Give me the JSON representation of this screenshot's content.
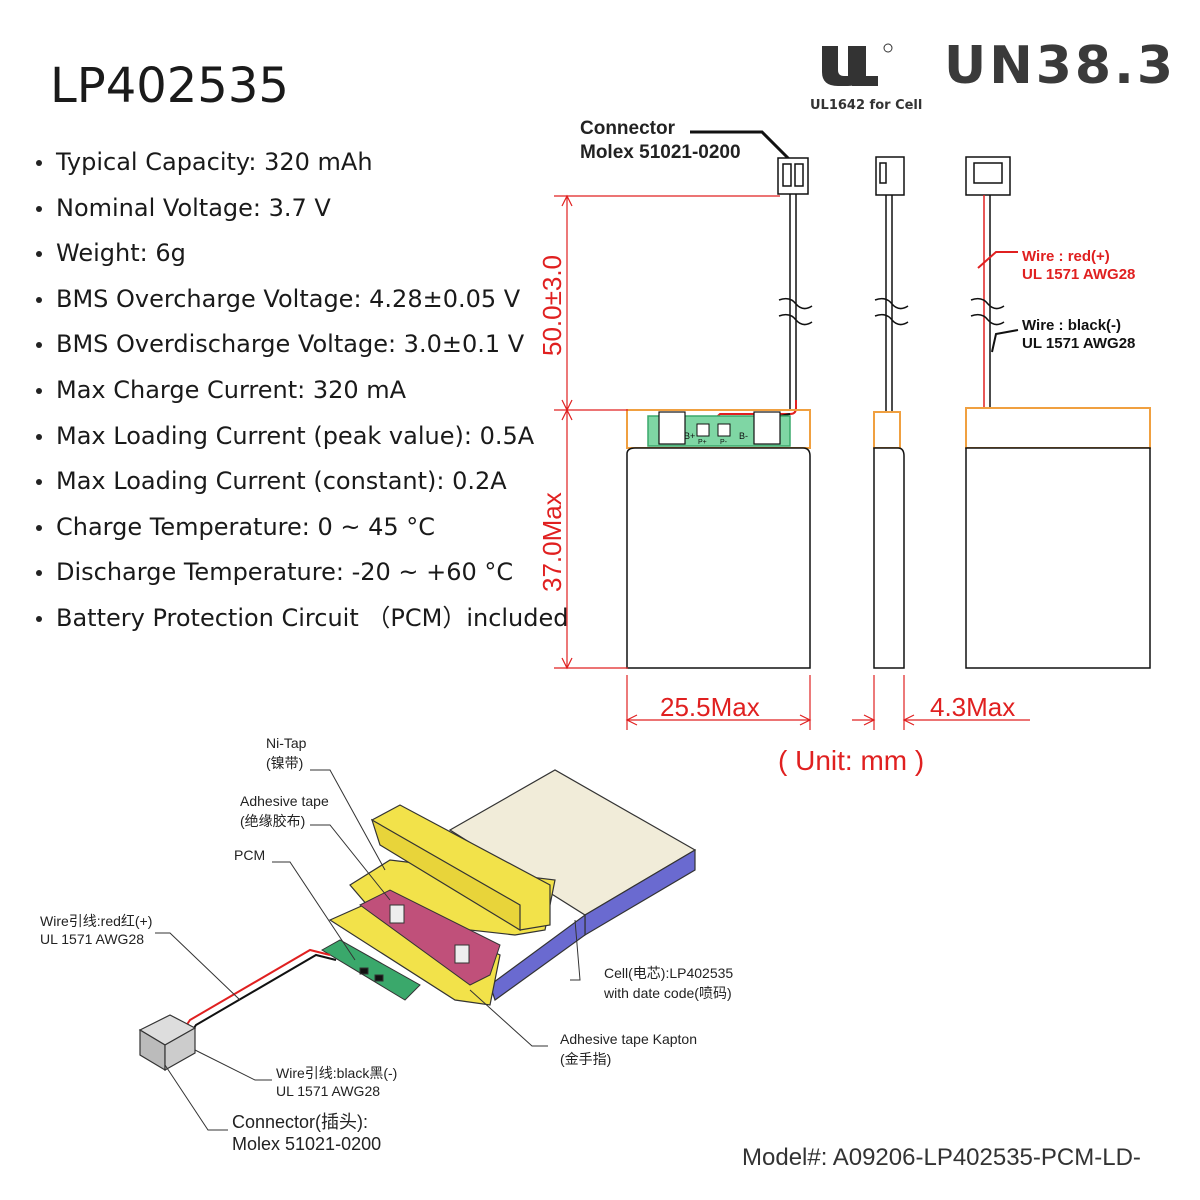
{
  "title": "LP402535",
  "specs": [
    "Typical Capacity: 320 mAh",
    "Nominal Voltage: 3.7 V",
    "Weight: 6g",
    "BMS Overcharge Voltage: 4.28±0.05 V",
    "BMS Overdischarge Voltage: 3.0±0.1 V",
    "Max Charge Current: 320 mA",
    "Max Loading Current (peak value): 0.5A",
    "Max Loading Current (constant): 0.2A",
    "Charge Temperature: 0 ~ 45 °C",
    "Discharge Temperature: -20 ~ +60 °C",
    "Battery Protection Circuit （PCM）included"
  ],
  "certs": {
    "ul_note": "UL1642 for Cell",
    "un": "UN38.3"
  },
  "drawing": {
    "connector_label_1": "Connector",
    "connector_label_2": "Molex 51021-0200",
    "wire_length": "50.0±3.0",
    "body_length": "37.0Max",
    "width": "25.5Max",
    "thickness": "4.3Max",
    "unit": "( Unit: mm )",
    "wire_red_1": "Wire : red(+)",
    "wire_red_2": "UL 1571 AWG28",
    "wire_black_1": "Wire : black(-)",
    "wire_black_2": "UL 1571 AWG28",
    "pcb_bplus": "B+",
    "pcb_pplus": "P+",
    "pcb_pminus": "P-",
    "pcb_bminus": "B-"
  },
  "exploded": {
    "ni_tap_1": "Ni-Tap",
    "ni_tap_2": "(镍带)",
    "adhesive_1": "Adhesive tape",
    "adhesive_2": "(绝缘胶布)",
    "pcm": "PCM",
    "wire_red_1": "Wire引线:red红(+)",
    "wire_red_2": "UL 1571 AWG28",
    "cell_1": "Cell(电芯):LP402535",
    "cell_2": "with date code(喷码)",
    "kapton_1": "Adhesive tape Kapton",
    "kapton_2": "(金手指)",
    "wire_black_1": "Wire引线:black黑(-)",
    "wire_black_2": "UL 1571 AWG28",
    "connector_1": "Connector(插头):",
    "connector_2": "Molex 51021-0200"
  },
  "model": "Model#: A09206-LP402535-PCM-LD-",
  "colors": {
    "dimension": "#e02020",
    "pcm_outline": "#f0a040",
    "pcb_green": "#3aa86b",
    "tape_yellow": "#f2e24a",
    "cell_side": "#6a6ad0",
    "pcm_pink": "#c0507a"
  }
}
